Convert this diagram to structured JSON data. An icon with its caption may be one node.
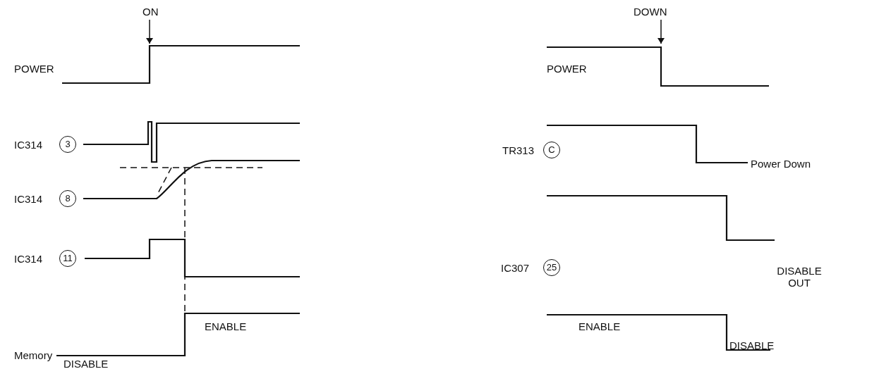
{
  "diagram": {
    "labels": [
      "ON",
      "POWER",
      "IC314",
      "3",
      "IC314",
      "8",
      "IC314",
      "11",
      "ENABLE",
      "Memory",
      "DISABLE",
      "DOWN",
      "POWER",
      "TR313",
      "C",
      "Power Down",
      "IC307",
      "25",
      "DISABLE OUT",
      "ENABLE",
      "DISABLE"
    ]
  }
}
